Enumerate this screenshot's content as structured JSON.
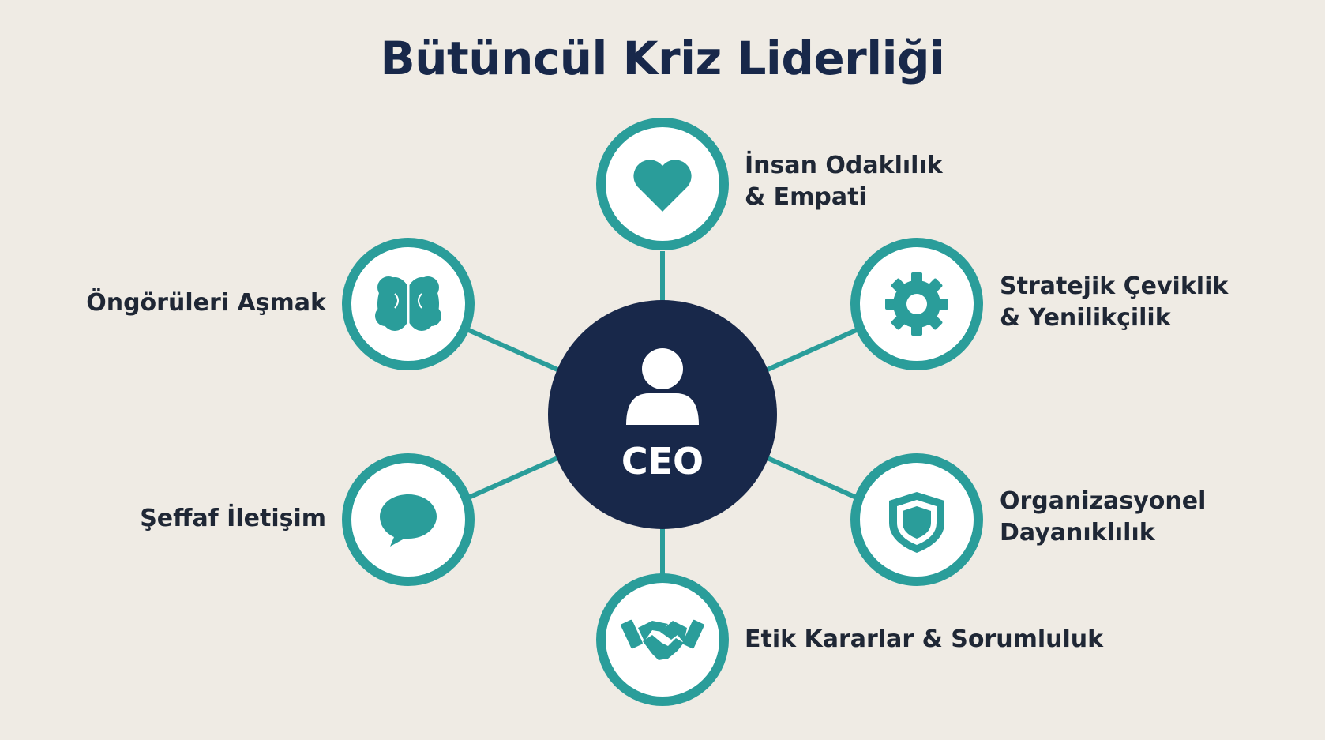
{
  "title": "Bütüncül Kriz Liderliği",
  "center": {
    "label": "CEO",
    "icon": "person-icon"
  },
  "nodes": [
    {
      "id": "people",
      "icon": "heart-icon",
      "lines": [
        "İnsan Odaklılık",
        "& Empati"
      ]
    },
    {
      "id": "strategy",
      "icon": "gear-icon",
      "lines": [
        "Stratejik Çeviklik",
        "& Yenilikçilik"
      ]
    },
    {
      "id": "resilience",
      "icon": "shield-icon",
      "lines": [
        "Organizasyonel",
        "Dayanıklılık"
      ]
    },
    {
      "id": "ethics",
      "icon": "handshake-icon",
      "lines": [
        "Etik Kararlar & Sorumluluk"
      ]
    },
    {
      "id": "communication",
      "icon": "speech-bubble-icon",
      "lines": [
        "Şeffaf İletişim"
      ]
    },
    {
      "id": "foresight",
      "icon": "brain-icon",
      "lines": [
        "Öngörüleri Aşmak"
      ]
    }
  ],
  "colors": {
    "background": "#efebe4",
    "navy": "#18284a",
    "teal": "#2a9d9a",
    "white": "#ffffff"
  }
}
